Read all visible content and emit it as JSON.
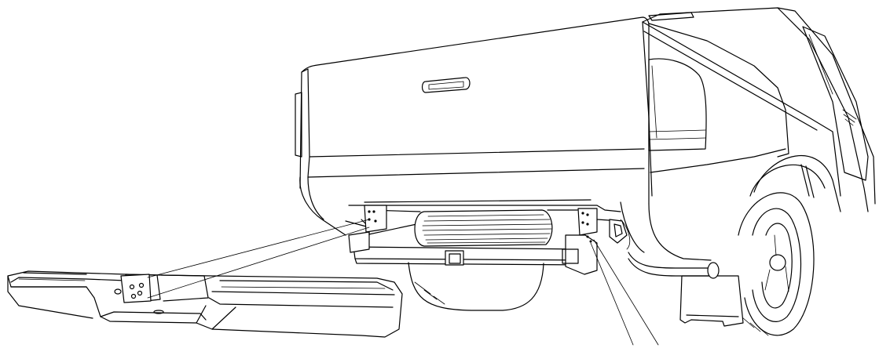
{
  "figure": {
    "kind": "line-art installation diagram",
    "stroke_color": "#000000",
    "background_color": "#ffffff",
    "parts": [
      {
        "name": "pickup-truck-rear"
      },
      {
        "name": "tailgate-handle"
      },
      {
        "name": "tail-light"
      },
      {
        "name": "trailer-hitch-receiver"
      },
      {
        "name": "spare-tire"
      },
      {
        "name": "rear-wheel"
      },
      {
        "name": "mud-flap"
      },
      {
        "name": "rear-step-bumper"
      },
      {
        "name": "bumper-mounting-bracket-left"
      },
      {
        "name": "bumper-mounting-bracket-right"
      },
      {
        "name": "leader-lines"
      }
    ]
  }
}
